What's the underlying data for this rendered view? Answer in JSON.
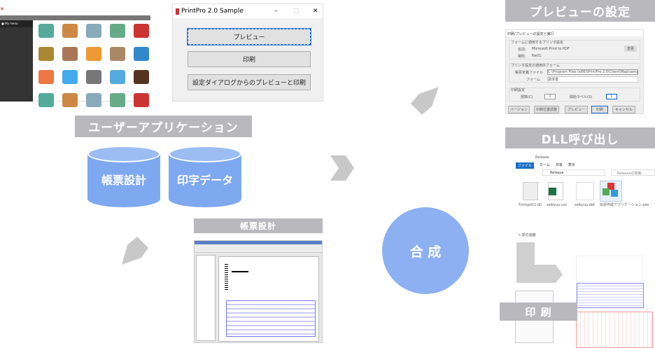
{
  "app_screenshot": {
    "menu_label": "My menu"
  },
  "printpro": {
    "title": "PrintPro 2.0 Sample",
    "buttons": [
      "プレビュー",
      "印刷",
      "設定ダイアログからのプレビューと印刷"
    ]
  },
  "labels": {
    "user_app": "ユーザーアプリケーション",
    "design": "帳票設計",
    "preview_settings": "プレビューの設定",
    "dll_call": "DLL呼び出し",
    "print": "印 刷",
    "compose": "合 成"
  },
  "cylinders": [
    "帳票設計",
    "印字データ"
  ],
  "preview_dialog": {
    "title": "印刷/プレビューの設定と実行",
    "group1": "フォームに適用するプリンタ設定",
    "name_label": "名前:",
    "name_value": "Microsoft Print to PDF",
    "place_label": "場所:",
    "place_value": "Ne01:",
    "change": "変更",
    "group2": "プリンタ設定の適用外フォーム",
    "file_label": "帳票定義ファイル",
    "file_value": "C:\\Program Files (x86)\\PrintPro 2.0\\Client\\Map\\sample\\Info.Pfp",
    "form_label": "フォーム",
    "form_value": "請求書",
    "group3": "印刷設定",
    "copies_label": "部数(C)",
    "copies_value": "1",
    "start_label": "開始ラベル(S)",
    "start_value": "1",
    "btns": [
      "バージョン",
      "印刷位置調整",
      "プレビュー",
      "印刷",
      "キャンセル"
    ]
  },
  "explorer": {
    "path": "Release",
    "tabs": [
      "ファイル",
      "ホーム",
      "共有",
      "表示"
    ],
    "search": "Releaseの検索",
    "files": [
      "Formpd11.dll",
      "seikyuu.csv",
      "seikyuu.def",
      "伝票作成アプリケーション.exe"
    ]
  },
  "print_area": {
    "back": "< 前の画面"
  }
}
